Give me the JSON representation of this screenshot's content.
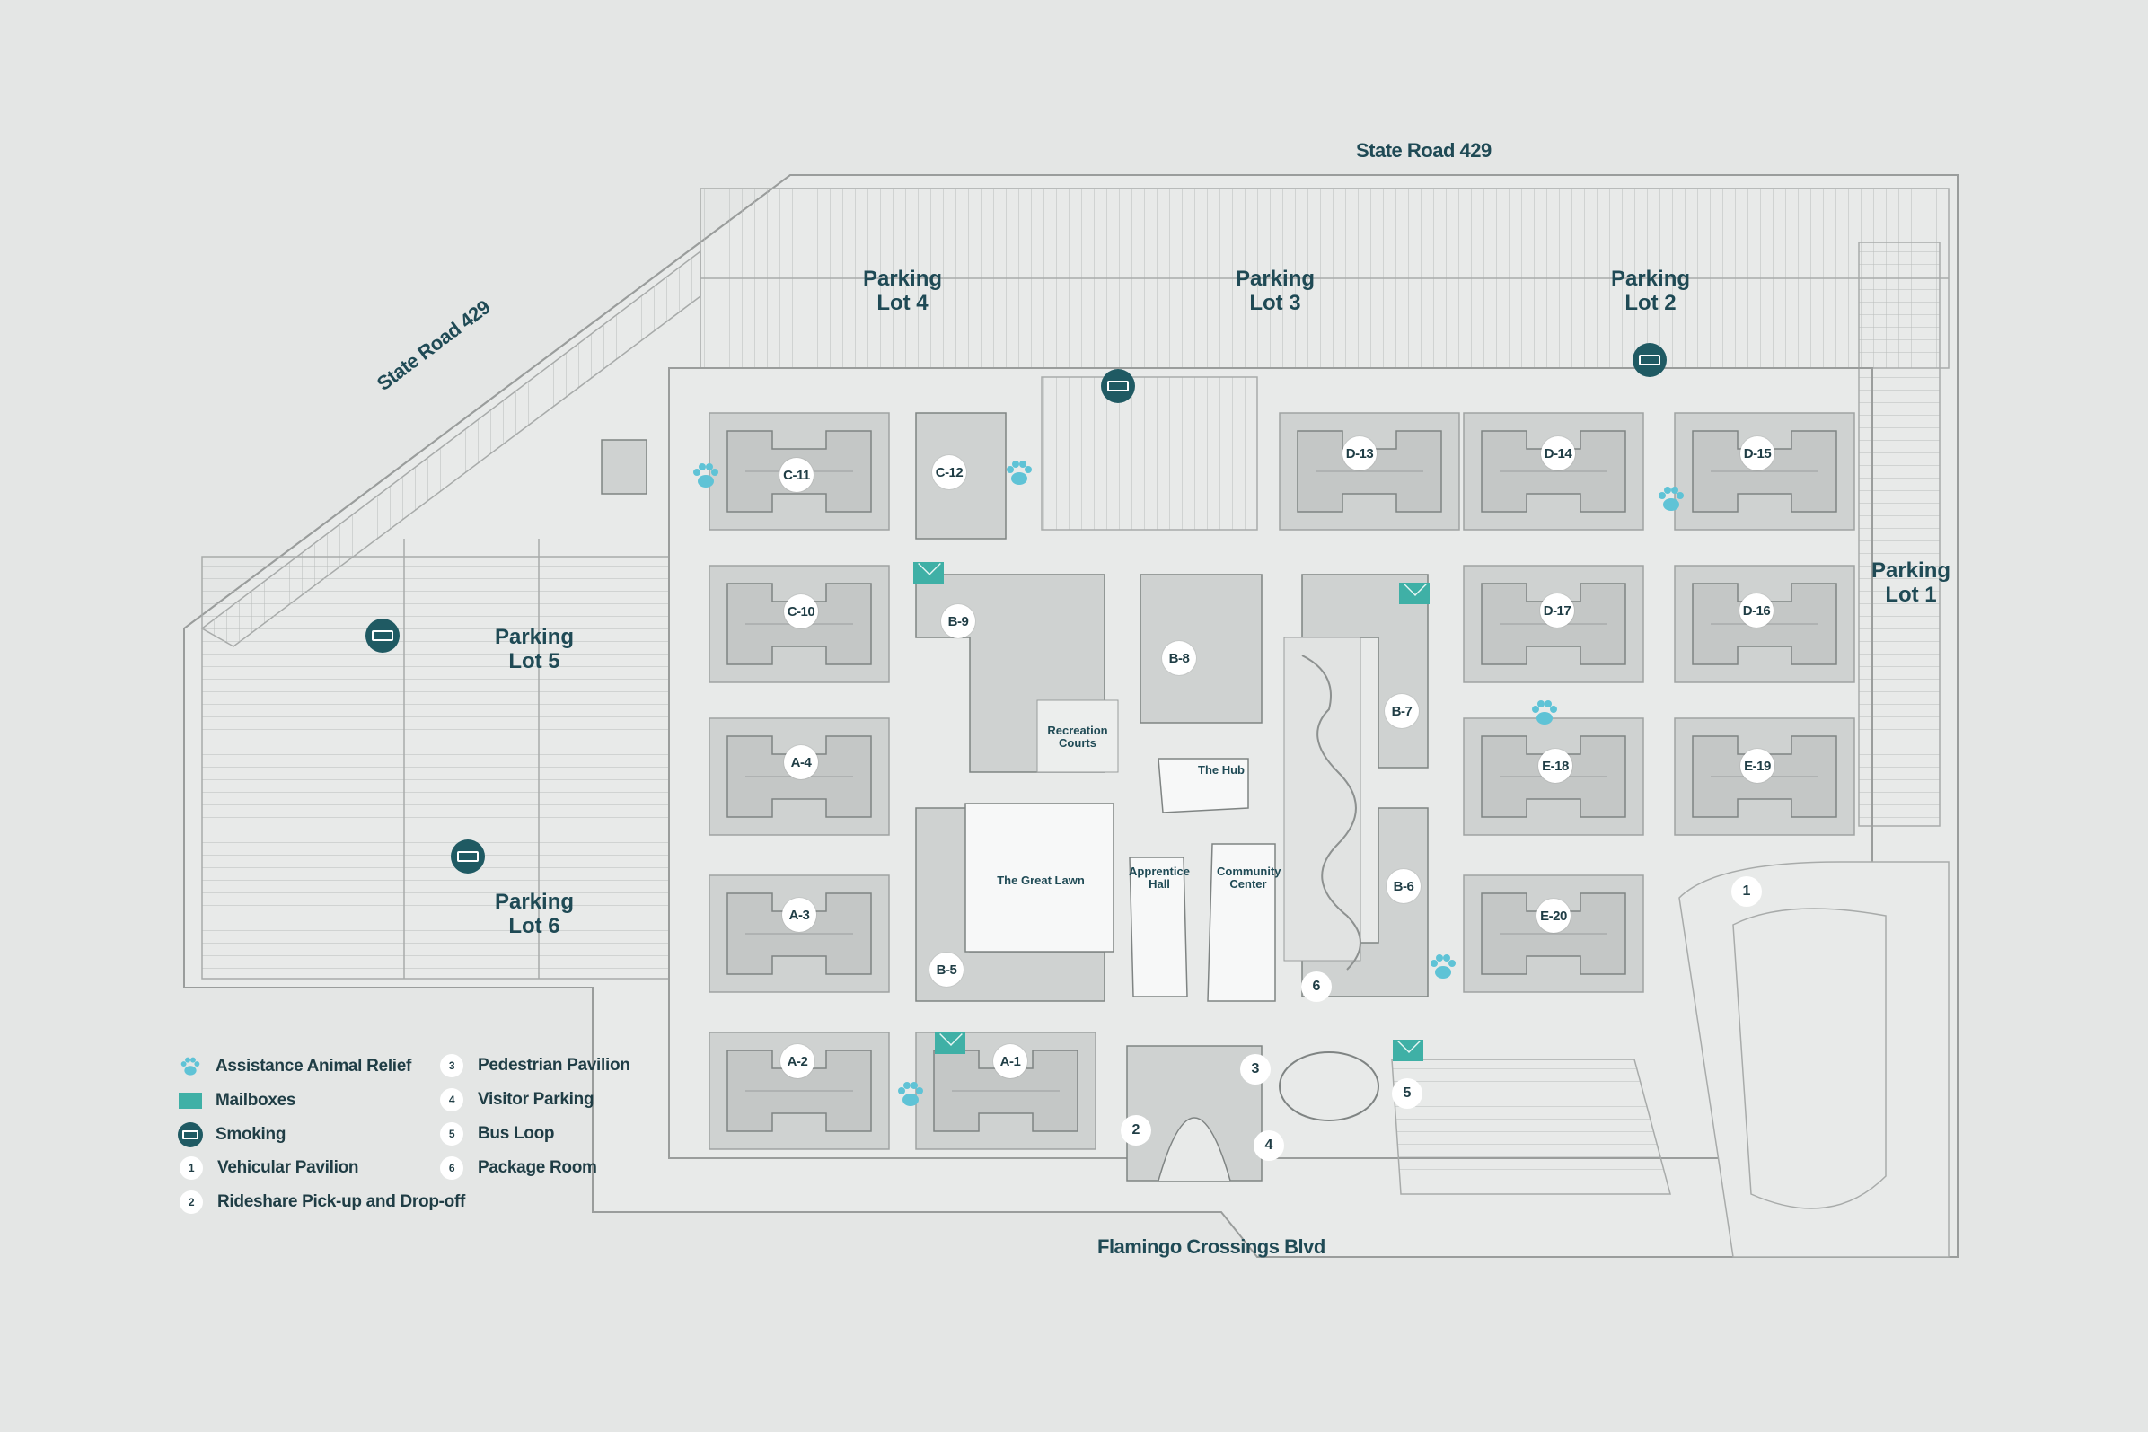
{
  "roads": {
    "north": "State Road 429",
    "diagonal": "State Road 429",
    "south": "Flamingo Crossings Blvd"
  },
  "parking_lots": [
    {
      "id": "lot4",
      "line1": "Parking",
      "line2": "Lot 4"
    },
    {
      "id": "lot3",
      "line1": "Parking",
      "line2": "Lot 3"
    },
    {
      "id": "lot2",
      "line1": "Parking",
      "line2": "Lot 2"
    },
    {
      "id": "lot1",
      "line1": "Parking",
      "line2": "Lot 1"
    },
    {
      "id": "lot5",
      "line1": "Parking",
      "line2": "Lot 5"
    },
    {
      "id": "lot6",
      "line1": "Parking",
      "line2": "Lot 6"
    }
  ],
  "buildings": [
    "C-11",
    "C-12",
    "D-13",
    "D-14",
    "D-15",
    "C-10",
    "B-9",
    "B-8",
    "B-7",
    "D-17",
    "D-16",
    "A-4",
    "E-18",
    "E-19",
    "A-3",
    "B-6",
    "E-20",
    "B-5",
    "A-2",
    "A-1"
  ],
  "amenities": {
    "recreation": "Recreation Courts",
    "hub": "The Hub",
    "lawn": "The Great Lawn",
    "apprentice": "Apprentice Hall",
    "community": "Community Center"
  },
  "numbered_markers": [
    "1",
    "2",
    "3",
    "4",
    "5",
    "6"
  ],
  "legend": {
    "items": [
      {
        "icon": "paw-icon",
        "label": "Assistance Animal Relief"
      },
      {
        "icon": "mail-icon",
        "label": "Mailboxes"
      },
      {
        "icon": "smoking-icon",
        "label": "Smoking"
      },
      {
        "num": "1",
        "label": "Vehicular Pavilion"
      },
      {
        "num": "2",
        "label": "Rideshare Pick-up and Drop-off"
      },
      {
        "num": "3",
        "label": "Pedestrian Pavilion"
      },
      {
        "num": "4",
        "label": "Visitor Parking"
      },
      {
        "num": "5",
        "label": "Bus Loop"
      },
      {
        "num": "6",
        "label": "Package Room"
      }
    ]
  },
  "colors": {
    "background": "#e4e6e5",
    "building": "#c8cbca",
    "label_text": "#1f4a55",
    "smoking": "#1f5a63",
    "mail": "#3fb0a6",
    "paw": "#5fc3d6"
  }
}
